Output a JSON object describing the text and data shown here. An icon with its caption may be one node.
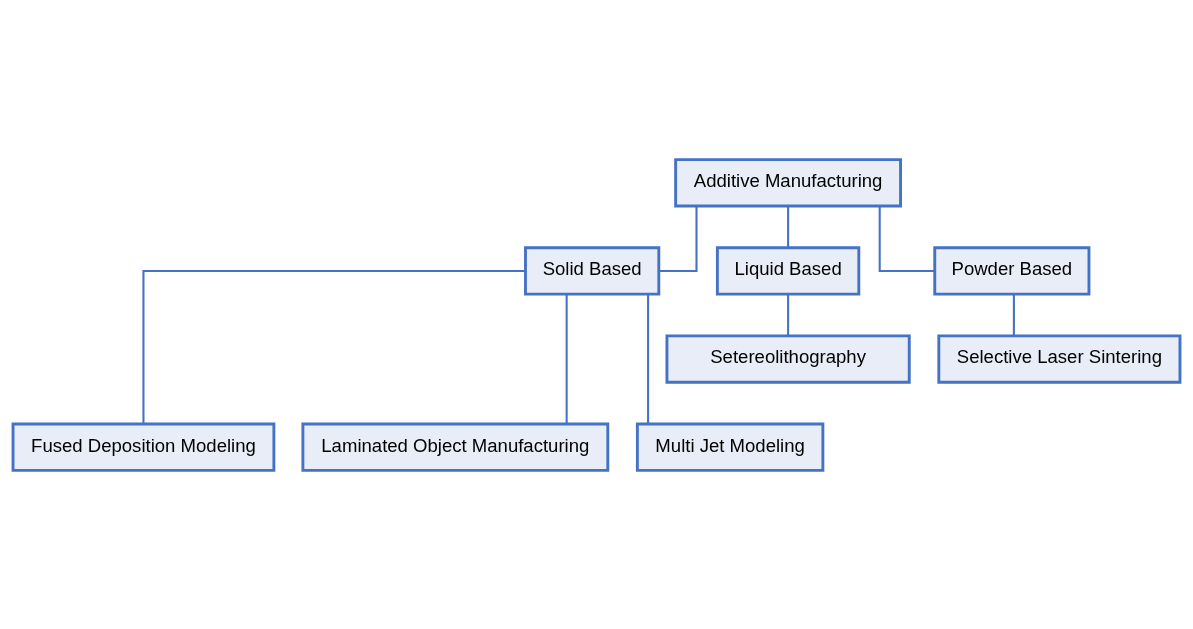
{
  "diagram": {
    "nodes": [
      {
        "text": [
          "Additive Manufacturing"
        ]
      },
      {
        "text": [
          "Solid Based"
        ]
      },
      {
        "text": [
          "Liquid Based"
        ]
      },
      {
        "text": [
          "Powder Based"
        ]
      },
      {
        "text": [
          "Setereolithography"
        ]
      },
      {
        "text": [
          "Selective Laser Sintering"
        ]
      },
      {
        "text": [
          "Fused Deposition Modeling"
        ]
      },
      {
        "text": [
          "Laminated Object Manufacturing"
        ]
      },
      {
        "text": [
          "Multi Jet Modeling"
        ]
      }
    ],
    "edges": [
      {
        "from": 0,
        "to": 1,
        "arrow": "none"
      },
      {
        "from": 0,
        "to": 2,
        "arrow": "none"
      },
      {
        "from": 0,
        "to": 3,
        "arrow": "none"
      },
      {
        "from": 2,
        "to": 4,
        "arrow": "none"
      },
      {
        "from": 3,
        "to": 5,
        "arrow": "none"
      },
      {
        "from": 1,
        "to": 6,
        "arrow": "none"
      },
      {
        "from": 1,
        "to": 7,
        "arrow": "none"
      },
      {
        "from": 1,
        "to": 8,
        "arrow": "none"
      }
    ]
  }
}
